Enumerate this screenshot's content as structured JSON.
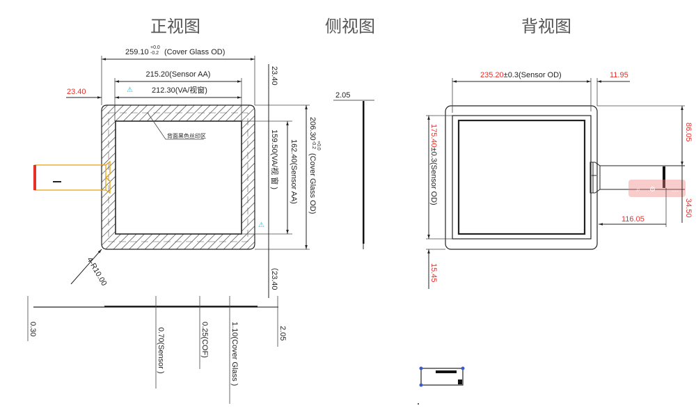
{
  "titles": {
    "front": "正视图",
    "side": "侧视图",
    "back": "背视图"
  },
  "front_view": {
    "cover_glass_width": {
      "value": "259.10",
      "tol_upper": "+0.0",
      "tol_lower": "-0.2",
      "label": "(Cover Glass OD)"
    },
    "sensor_aa_width": "215.20(Sensor AA)",
    "va_width": "212.30(VA/视窗)",
    "left_offset": "23.40",
    "top_offset": "23.40",
    "bottom_offset": "（23.40",
    "va_height": "159.50(VA/视 窗 )",
    "sensor_aa_height": "162.40(Sensor AA)",
    "cover_glass_height": {
      "value": "206.30",
      "tol_upper": "+0.0",
      "tol_lower": "-0.2",
      "label": "(Cover Glass OD)"
    },
    "silk_print_note": "背面黑色丝印区",
    "corner_radius": "4-R10.00",
    "colors": {
      "fpc": "#e8a317",
      "fpc_contact": "#e8302a",
      "warning": "#19c3e6"
    }
  },
  "thickness": {
    "labels": [
      "0.30",
      "0.70(Sensor )",
      "0.25(COF)",
      "1.10(Cover Glass )",
      "2.05"
    ]
  },
  "side_view": {
    "thickness": "2.05"
  },
  "back_view": {
    "sensor_width_value": "235.20",
    "sensor_width_rest": "±0.3(Sensor OD)",
    "right_offset": "11.95",
    "sensor_height_value": "175.40",
    "sensor_height_rest": "±0.3(Sensor OD)",
    "bottom_offset": "15.45",
    "fpc_top": "86.05",
    "fpc_width": "34.50",
    "fpc_length": "116.05",
    "colors": {
      "dimension_red": "#e8302a",
      "overlay": "#f08080"
    }
  }
}
